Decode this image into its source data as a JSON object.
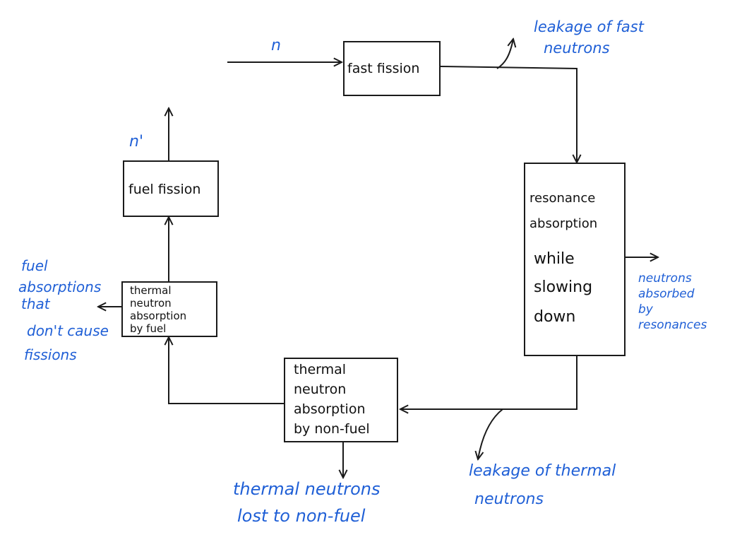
{
  "colors": {
    "ink": "#1a1a1a",
    "annotation": "#1f5fd6",
    "background": "#ffffff"
  },
  "labels": {
    "n": "n",
    "n_prime": "n'"
  },
  "boxes": {
    "fast_fission": "fast fission",
    "resonance": [
      "resonance",
      "absorption",
      "while",
      "slowing",
      "down"
    ],
    "thermal_nonfuel": [
      "thermal",
      "neutron",
      "absorption",
      "by non-fuel"
    ],
    "thermal_fuel": [
      "thermal",
      "neutron",
      "absorption",
      "by fuel"
    ],
    "fuel_fission": "fuel fission"
  },
  "annotations": {
    "leak_fast": [
      "leakage of fast",
      "neutrons"
    ],
    "res_absorbed": [
      "neutrons",
      "absorbed",
      "by",
      "resonances"
    ],
    "leak_thermal": [
      "leakage of thermal",
      "neutrons"
    ],
    "lost_nonfuel": [
      "thermal neutrons",
      "lost to non-fuel"
    ],
    "fuel_abs": [
      "fuel",
      "absorptions",
      "that",
      "don't cause",
      "fissions"
    ]
  }
}
